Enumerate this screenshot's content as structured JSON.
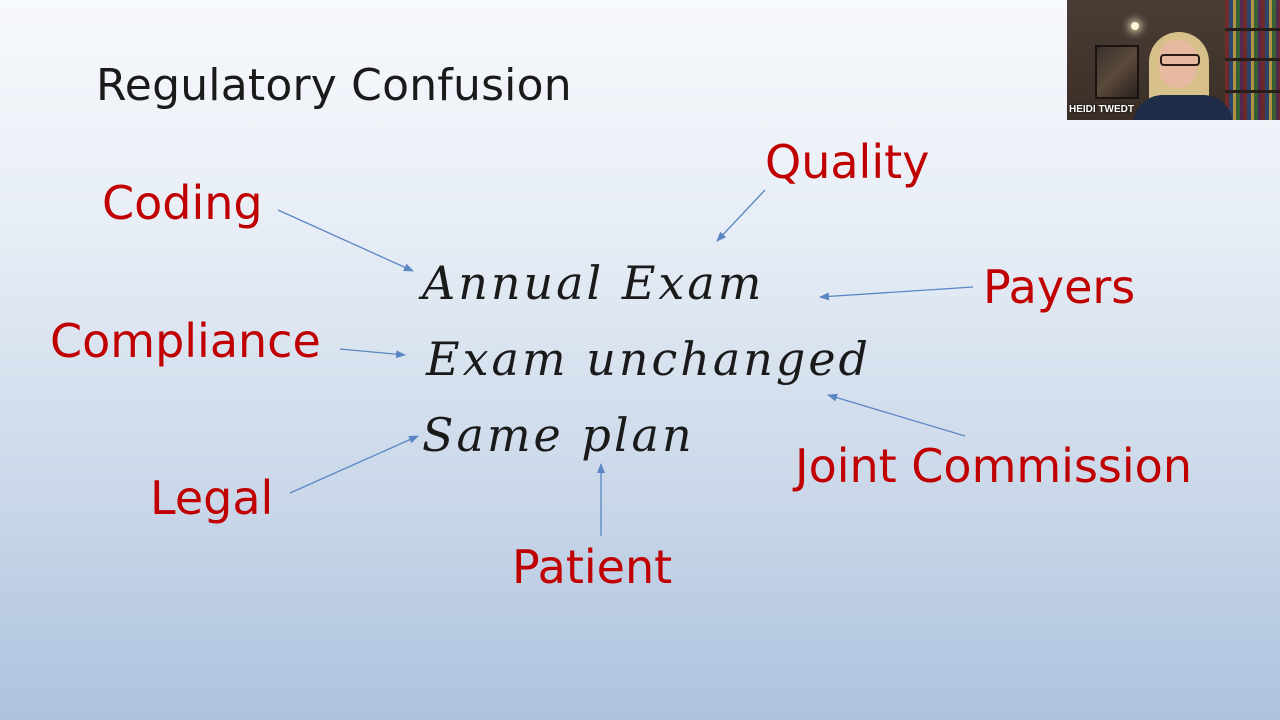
{
  "slide": {
    "title": "Regulatory Confusion",
    "center_lines": [
      "Annual Exam",
      "Exam unchanged",
      "Same plan"
    ],
    "labels": {
      "coding": "Coding",
      "compliance": "Compliance",
      "legal": "Legal",
      "patient": "Patient",
      "quality": "Quality",
      "payers": "Payers",
      "joint_commission": "Joint Commission"
    }
  },
  "webcam": {
    "participant_name": "HEIDI TWEDT"
  },
  "colors": {
    "label_red": "#c00000",
    "arrow_blue": "#5b86c4",
    "title_text": "#1a1a1a"
  }
}
